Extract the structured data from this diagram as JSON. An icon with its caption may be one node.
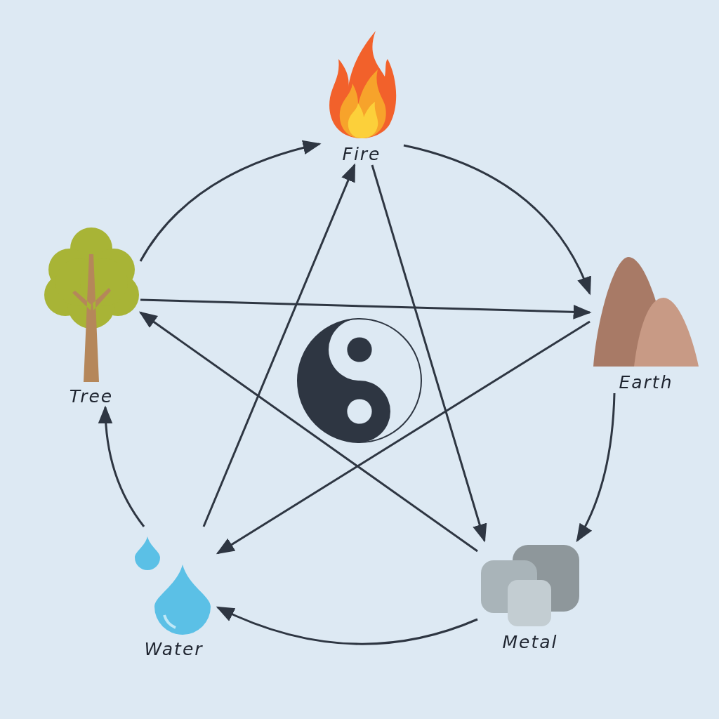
{
  "diagram": {
    "nodes": [
      {
        "text": [
          "Fire"
        ]
      },
      {
        "text": [
          "Earth"
        ]
      },
      {
        "text": [
          "Metal"
        ]
      },
      {
        "text": [
          "Water"
        ]
      },
      {
        "text": [
          "Tree"
        ]
      }
    ],
    "edges": [
      {
        "from": 4,
        "to": 0,
        "arrow": "to"
      },
      {
        "from": 0,
        "to": 1,
        "arrow": "to"
      },
      {
        "from": 1,
        "to": 2,
        "arrow": "to"
      },
      {
        "from": 2,
        "to": 3,
        "arrow": "to"
      },
      {
        "from": 3,
        "to": 4,
        "arrow": "to"
      },
      {
        "from": 4,
        "to": 1,
        "arrow": "to"
      },
      {
        "from": 0,
        "to": 2,
        "arrow": "to"
      },
      {
        "from": 2,
        "to": 4,
        "arrow": "to"
      },
      {
        "from": 1,
        "to": 3,
        "arrow": "to"
      },
      {
        "from": 3,
        "to": 0,
        "arrow": "to"
      }
    ]
  }
}
